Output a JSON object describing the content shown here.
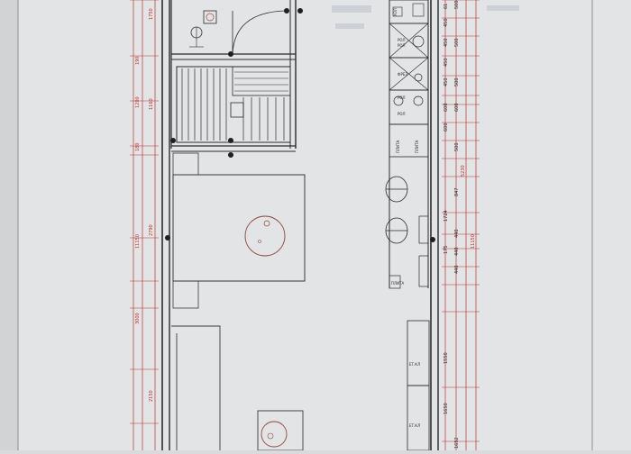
{
  "dimensions": {
    "left_outer": [
      "11150",
      "3000",
      "2150"
    ],
    "left_inner": [
      "1750",
      "190",
      "1200",
      "1160",
      "180",
      "2790"
    ],
    "right_outer": [
      "11150",
      "5230"
    ],
    "right_inner": [
      "61",
      "450",
      "450",
      "450",
      "450",
      "600",
      "600",
      "600",
      "500",
      "500",
      "500",
      "500",
      "847",
      "1724",
      "440",
      "440",
      "440",
      "175",
      "1550",
      "1650",
      "1652"
    ]
  },
  "equipment_labels": [
    "ХОЛ",
    "РОЛ",
    "РОЛ",
    "РОЛ",
    "РОЛ",
    "ФРЕЗ",
    "ПЛИТА",
    "ПЛИТА",
    "ПЛИТА",
    "ЕТ.КЛ",
    "ЕТ.КЛ"
  ],
  "colors": {
    "paper": "#e4e5e7",
    "line": "#2b2b2b",
    "dim_red": "#b8312f"
  }
}
